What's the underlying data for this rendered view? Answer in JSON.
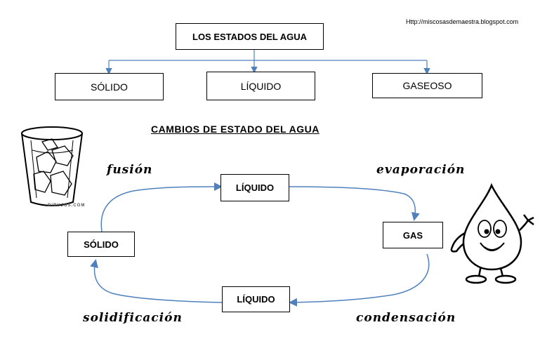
{
  "url": "Http://miscosasdemaestra.blogspot.com",
  "tree": {
    "root": "LOS ESTADOS DEL AGUA",
    "children": [
      "SÓLIDO",
      "LÍQUIDO",
      "GASEOSO"
    ]
  },
  "cycle": {
    "title": "CAMBIOS DE ESTADO DEL AGUA",
    "nodes": {
      "liquido_top": "LÍQUIDO",
      "gas": "GAS",
      "liquido_bottom": "LÍQUIDO",
      "solido": "SÓLIDO"
    },
    "transitions": {
      "fusion": "fusión",
      "evaporacion": "evaporación",
      "condensacion": "condensación",
      "solidificacion": "solidificación"
    }
  },
  "colors": {
    "arrow": "#4f81bd",
    "border": "#000000"
  },
  "illustrations": {
    "left": "glass-with-ice-icon",
    "right": "water-drop-character-icon",
    "credit": "DIBUJOS.COM"
  }
}
